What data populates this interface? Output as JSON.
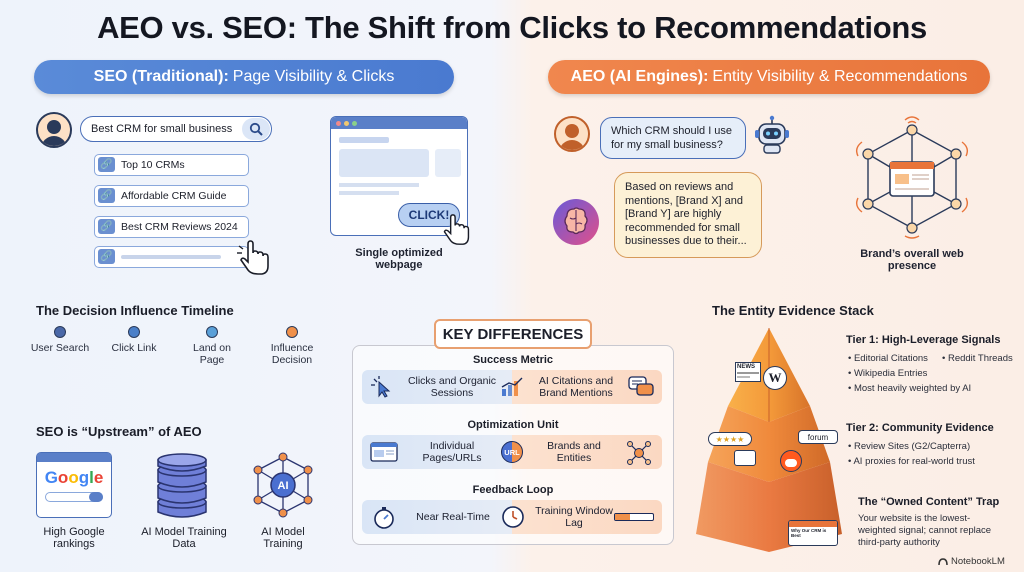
{
  "title": "AEO vs. SEO: The Shift from Clicks to Recommendations",
  "seo_banner": {
    "bold": "SEO (Traditional):",
    "rest": "Page Visibility & Clicks"
  },
  "aeo_banner": {
    "bold": "AEO (AI Engines):",
    "rest": "Entity Visibility & Recommendations"
  },
  "seo": {
    "search_query": "Best CRM for small business",
    "results": [
      "Top 10 CRMs",
      "Affordable CRM Guide",
      "Best CRM Reviews 2024",
      ""
    ],
    "click_label": "CLICK!",
    "page_caption": "Single optimized webpage"
  },
  "timeline": {
    "title": "The Decision Influence Timeline",
    "steps": [
      {
        "label": "User Search",
        "color": "#4a68a8"
      },
      {
        "label": "Click Link",
        "color": "#4a7fc8"
      },
      {
        "label": "Land on Page",
        "color": "#5aa0d8"
      },
      {
        "label": "Influence Decision",
        "color": "#f0904a"
      }
    ]
  },
  "upstream": {
    "title": "SEO is “Upstream” of AEO",
    "items": [
      {
        "label": "High Google rankings",
        "icon": "google-search-icon"
      },
      {
        "label": "AI Model Training Data",
        "icon": "database-icon"
      },
      {
        "label": "AI Model Training",
        "icon": "ai-network-icon"
      }
    ],
    "google_word": "Google"
  },
  "key_differences": {
    "title": "KEY DIFFERENCES",
    "sections": [
      {
        "heading": "Success Metric",
        "seo": "Clicks and Organic Sessions",
        "aeo": "AI Citations and Brand Mentions"
      },
      {
        "heading": "Optimization Unit",
        "seo": "Individual Pages/URLs",
        "aeo": "Brands and Entities",
        "badge": "URL"
      },
      {
        "heading": "Feedback Loop",
        "seo": "Near Real-Time",
        "aeo": "Training Window Lag"
      }
    ]
  },
  "aeo": {
    "question": "Which CRM should I use for my small business?",
    "answer": "Based on reviews and mentions, [Brand X] and [Brand Y] are highly recommended for small businesses due to their...",
    "presence_caption": "Brand’s overall web presence"
  },
  "evidence": {
    "title": "The Entity Evidence Stack",
    "tier1": {
      "title": "Tier 1: High-Leverage Signals",
      "items": [
        "Editorial Citations",
        "Reddit Threads",
        "Wikipedia Entries",
        "Most heavily weighted by AI"
      ]
    },
    "tier2": {
      "title": "Tier 2: Community Evidence",
      "items": [
        "Review Sites (G2/Capterra)",
        "AI proxies for real-world trust"
      ]
    },
    "tier3": {
      "title": "The “Owned Content” Trap",
      "text": "Your website is the lowest-weighted signal; cannot replace third-party authority"
    },
    "news_label": "NEWS",
    "forum_label": "forum",
    "card_label": "Why Our CRM is Best"
  },
  "brand": "NotebookLM",
  "colors": {
    "seo": "#4a7ad0",
    "aeo": "#e8743a"
  }
}
